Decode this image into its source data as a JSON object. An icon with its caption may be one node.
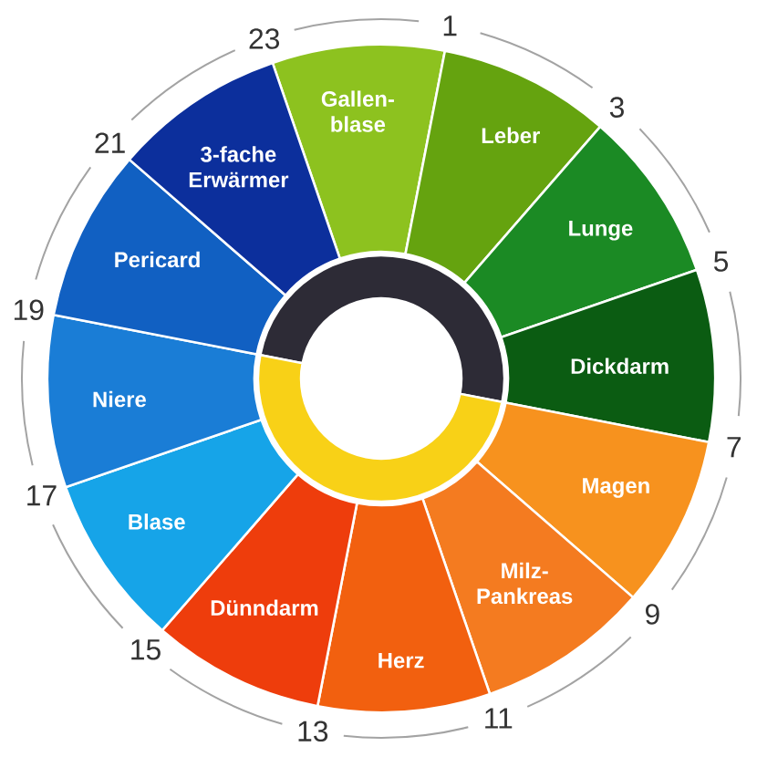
{
  "diagram": {
    "nodes": [
      {
        "text": [
          "Gallen- blase"
        ]
      },
      {
        "text": [
          "Leber"
        ]
      },
      {
        "text": [
          "Lunge"
        ]
      },
      {
        "text": [
          "Dickdarm"
        ]
      },
      {
        "text": [
          "Magen"
        ]
      },
      {
        "text": [
          "Milz- Pankreas"
        ]
      },
      {
        "text": [
          "Herz"
        ]
      },
      {
        "text": [
          "Dünndarm"
        ]
      },
      {
        "text": [
          "Blase"
        ]
      },
      {
        "text": [
          "Niere"
        ]
      },
      {
        "text": [
          "Pericard"
        ]
      },
      {
        "text": [
          "3-fache Erwärmer"
        ]
      }
    ],
    "labels": [
      "1",
      "3",
      "5",
      "7",
      "9",
      "11",
      "13",
      "15",
      "17",
      "19",
      "21",
      "23"
    ]
  }
}
